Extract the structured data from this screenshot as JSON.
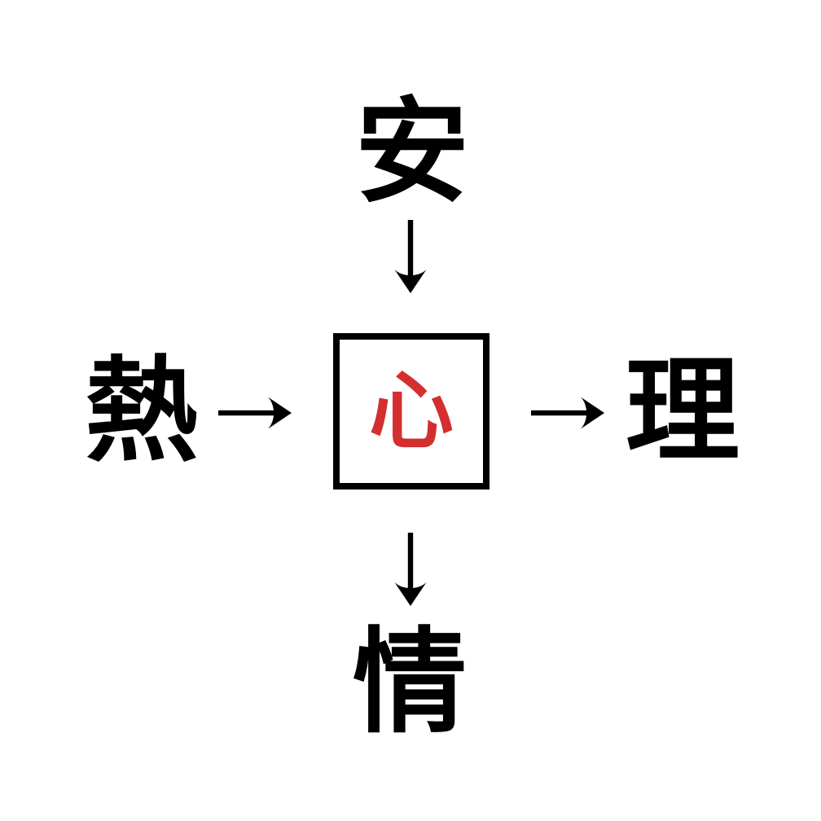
{
  "puzzle": {
    "type": "kanji-compound-puzzle",
    "center": {
      "char": "心",
      "color": "#d32f2f",
      "boxed": true
    },
    "neighbors": {
      "top": {
        "char": "安"
      },
      "left": {
        "char": "熱"
      },
      "right": {
        "char": "理"
      },
      "bottom": {
        "char": "情"
      }
    },
    "arrows": [
      {
        "from": "top",
        "to": "center",
        "direction": "down"
      },
      {
        "from": "left",
        "to": "center",
        "direction": "right"
      },
      {
        "from": "center",
        "to": "right",
        "direction": "right"
      },
      {
        "from": "center",
        "to": "bottom",
        "direction": "down"
      }
    ]
  },
  "colors": {
    "background": "#ffffff",
    "ink": "#000000",
    "center_char": "#d32f2f",
    "box_border": "#000000"
  }
}
